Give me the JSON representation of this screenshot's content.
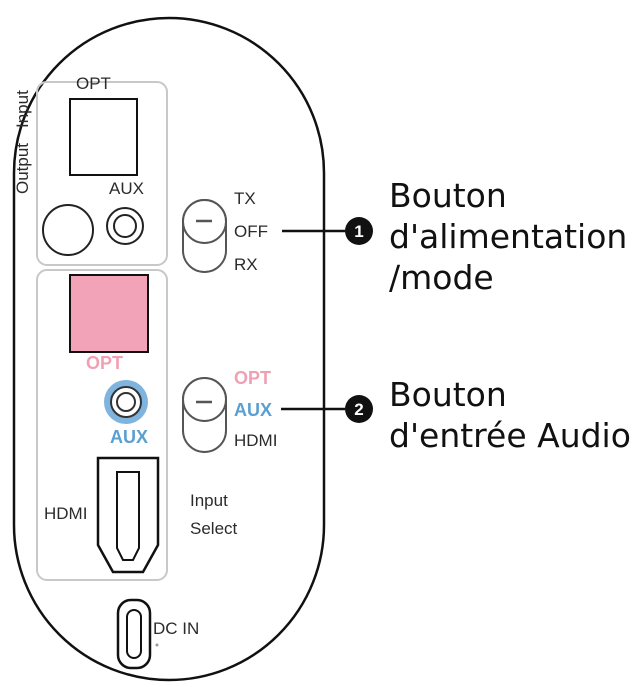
{
  "colors": {
    "outline": "#111111",
    "panel_line": "#c8c8c8",
    "opt_pink": "#f2a3b8",
    "opt_label_pink": "#f0a0b4",
    "aux_blue": "#5a9fd1",
    "text_grey": "#2b2b2b"
  },
  "device": {
    "output_section": {
      "label": "Output",
      "opt_label": "OPT",
      "aux_label": "AUX"
    },
    "input_section": {
      "label": "Input",
      "opt_label": "OPT",
      "aux_label": "AUX",
      "hdmi_label": "HDMI"
    },
    "power_switch": {
      "positions": [
        "TX",
        "OFF",
        "RX"
      ]
    },
    "input_switch": {
      "positions": [
        "OPT",
        "AUX",
        "HDMI"
      ],
      "caption_line1": "Input",
      "caption_line2": "Select"
    },
    "dc_label": "DC IN"
  },
  "callouts": [
    {
      "number": "1",
      "lines": [
        "Bouton",
        "d'alimentation",
        "/mode"
      ]
    },
    {
      "number": "2",
      "lines": [
        "Bouton",
        "d'entrée Audio"
      ]
    }
  ]
}
